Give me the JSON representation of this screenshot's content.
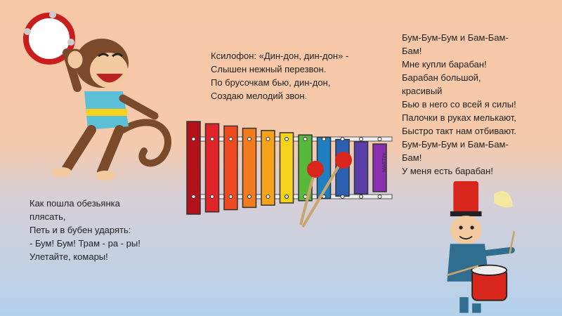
{
  "poems": {
    "xylophone": "Ксилофон: «Дин-дон, дин-дон» -\nСлышен нежный перезвон.\nПо брусочкам бью, дин-дон,\nСоздаю мелодий звон.",
    "drum": "Бум-Бум-Бум и Бам-Бам-\nБам!\nМне купли барабан!\nБарабан большой,\nкрасивый\nБью в него со всей я силы!\nПалочки в руках мелькают,\nБыстро такт нам отбивают.\nБум-Бум-Бум и Бам-Бам-\nБам!\nУ меня есть барабан!",
    "monkey": "Как пошла обезьянка\nплясать,\nПеть и в бубен ударять:\n- Бум! Бум! Трам - ра - ры!\nУлетайте, комары!"
  },
  "xylophone": {
    "brand": "MARTIN",
    "bar_colors": [
      "#b3121a",
      "#e3232a",
      "#ee4a22",
      "#f27a1f",
      "#f7a21b",
      "#f6d21a",
      "#57b83a",
      "#1f7fc0",
      "#2b5fb0",
      "#5a3fa8",
      "#8a2fb0"
    ]
  }
}
